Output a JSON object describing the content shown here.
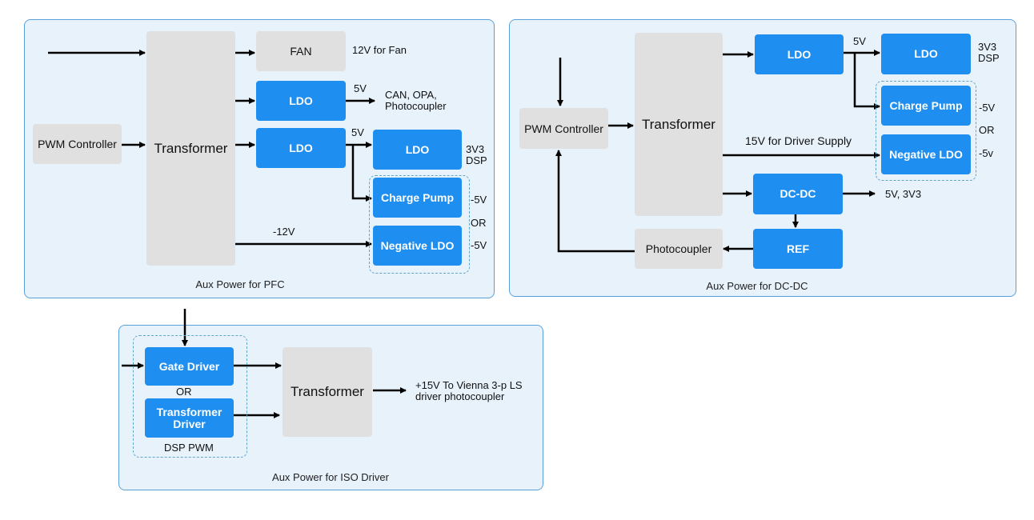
{
  "pfc": {
    "caption": "Aux Power for PFC",
    "pwm_controller": "PWM Controller",
    "transformer": "Transformer",
    "fan": "FAN",
    "fan_note": "12V for Fan",
    "ldo1": "LDO",
    "ldo1_voltage": "5V",
    "ldo1_note": "CAN, OPA,\nPhotocoupler",
    "ldo2": "LDO",
    "ldo2_voltage": "5V",
    "ldo3": "LDO",
    "ldo3_note": "3V3\nDSP",
    "charge_pump": "Charge Pump",
    "charge_pump_note": "-5V",
    "or_label": "OR",
    "negative_ldo": "Negative LDO",
    "negative_ldo_note": "-5V",
    "neg12_label": "-12V"
  },
  "dcdc": {
    "caption": "Aux Power for DC-DC",
    "pwm_controller": "PWM Controller",
    "transformer": "Transformer",
    "ldo1": "LDO",
    "ldo1_voltage": "5V",
    "ldo2": "LDO",
    "ldo2_note": "3V3\nDSP",
    "charge_pump": "Charge Pump",
    "charge_pump_note": "-5V",
    "or_label": "OR",
    "negative_ldo": "Negative LDO",
    "negative_ldo_note": "-5v",
    "driver_supply_label": "15V for Driver Supply",
    "dcdc": "DC-DC",
    "dcdc_note": "5V, 3V3",
    "ref": "REF",
    "photocoupler": "Photocoupler"
  },
  "iso": {
    "caption": "Aux Power for ISO Driver",
    "gate_driver": "Gate Driver",
    "or_label": "OR",
    "transformer_driver": "Transformer\nDriver",
    "dsp_pwm": "DSP PWM",
    "transformer": "Transformer",
    "output_note": "+15V To Vienna 3-p LS\ndriver photocoupler"
  },
  "colors": {
    "panel_bg": "#e8f2fb",
    "panel_border": "#5aa0dc",
    "block_blue": "#1f8ef1",
    "block_gray": "#e0e0e0",
    "dashed_group": "#5fa6c9",
    "wire": "#000000"
  }
}
